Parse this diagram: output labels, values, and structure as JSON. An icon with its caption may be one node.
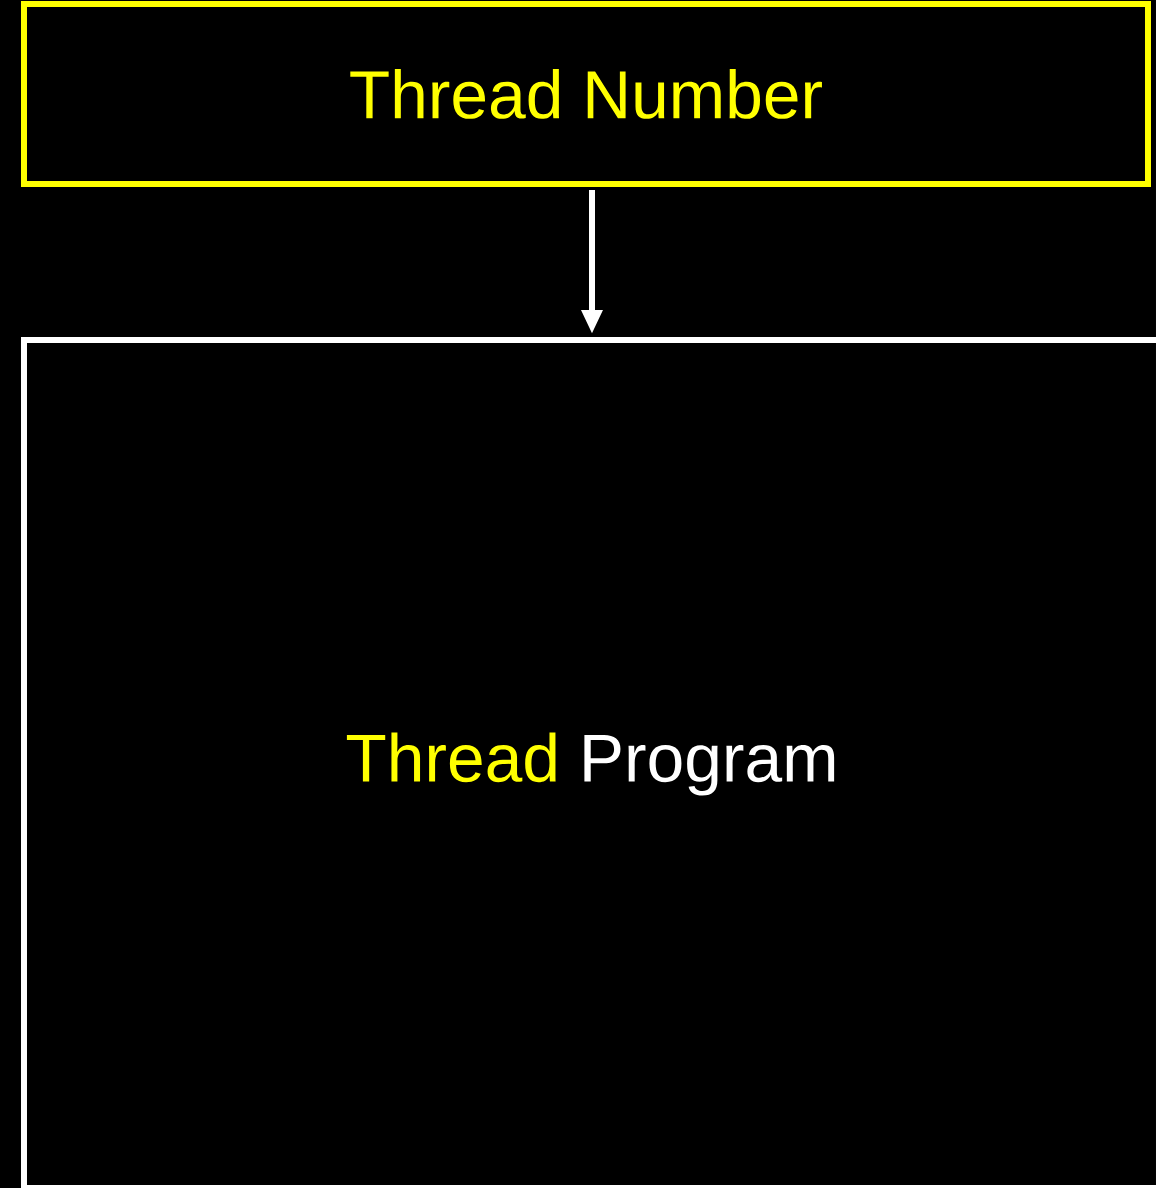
{
  "diagram": {
    "nodes": [
      {
        "text": [
          "Thread Number"
        ]
      },
      {
        "text": [
          "Thread",
          "Program"
        ]
      }
    ],
    "edges": [
      {
        "from": 0,
        "to": 1,
        "arrow": "to"
      }
    ]
  }
}
